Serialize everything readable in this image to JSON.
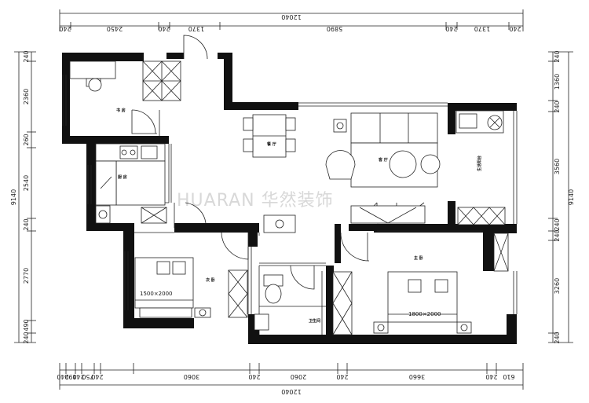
{
  "dimensions": {
    "top": {
      "total": "12040",
      "segments": [
        "240",
        "2450",
        "240",
        "1370",
        "5890",
        "240",
        "1370",
        "240"
      ]
    },
    "bottom": {
      "total": "12040",
      "segments": [
        "240",
        "490",
        "240",
        "750",
        "240",
        "3060",
        "240",
        "2060",
        "240",
        "3660",
        "240",
        "610"
      ]
    },
    "left": {
      "total": "9140",
      "segments": [
        "240",
        "2360",
        "260",
        "2540",
        "240",
        "2770",
        "490",
        "240"
      ]
    },
    "right": {
      "total": "9140",
      "segments": [
        "240",
        "1360",
        "240",
        "3560",
        "240",
        "240",
        "3260",
        "240"
      ]
    }
  },
  "rooms": {
    "study": "书 房",
    "kitchen": "厨 房",
    "dining": "餐 厅",
    "living": "客 厅",
    "balcony": "生活阳台",
    "second_bedroom": "次 卧",
    "master_bedroom": "主 卧",
    "bathroom": "卫生间"
  },
  "beds": {
    "second": "1500×2000",
    "master": "1800×2000"
  },
  "watermark": "HUARAN 华然装饰"
}
